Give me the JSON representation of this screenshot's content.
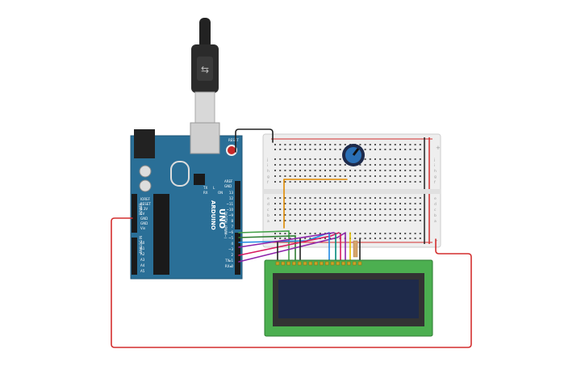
{
  "board": {
    "name_lines": [
      "ARDUINO",
      "UNO"
    ],
    "reset_label": "RESET",
    "aref_label": "AREF",
    "gnd_label": "GND",
    "digital_label": "DIGITAL (PWM~)",
    "power_label": "POWER",
    "analog_label": "ANALOG IN",
    "tx_label": "TX",
    "rx_label": "RX",
    "on_label": "ON",
    "l_label": "L",
    "power_pins": [
      "IOREF",
      "RESET",
      "3.3V",
      "5V",
      "GND",
      "GND",
      "Vin"
    ],
    "analog_pins": [
      "A0",
      "A1",
      "A2",
      "A3",
      "A4",
      "A5"
    ],
    "digital_pins": [
      "13",
      "12",
      "~11",
      "~10",
      "~9",
      "8",
      "7",
      "~6",
      "~5",
      "4",
      "~3",
      "2",
      "TX▸1",
      "RX◂0"
    ]
  },
  "breadboard": {
    "plus": "+",
    "minus": "-",
    "rows_top": [
      "j",
      "i",
      "h",
      "g",
      "f"
    ],
    "rows_bottom": [
      "e",
      "d",
      "c",
      "b",
      "a"
    ]
  },
  "colors": {
    "arduino": "#2a6f97",
    "lcd_pcb": "#4caf50",
    "lcd_screen": "#1e2a4a",
    "wire_red": "#d32f2f",
    "wire_black": "#222222",
    "wire_orange": "#e08a00",
    "wire_green": "#43a047",
    "wire_blue": "#1e88e5",
    "wire_purple": "#8e24aa",
    "wire_pink": "#d81b60",
    "wire_yellow": "#e6c200"
  }
}
